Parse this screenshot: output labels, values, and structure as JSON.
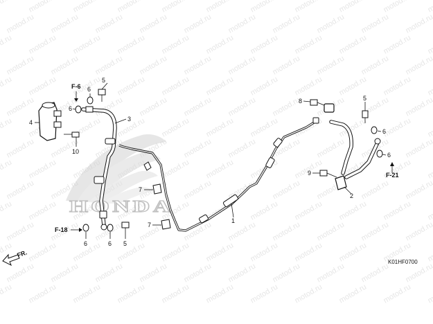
{
  "watermark_text": "motod.ru",
  "logo_text": "HONDA",
  "diagram_code": "K01HF0700",
  "direction_label": "FR.",
  "parts": [
    {
      "id": "p1",
      "number": "1"
    },
    {
      "id": "p2",
      "number": "2"
    },
    {
      "id": "p3",
      "number": "3"
    },
    {
      "id": "p4",
      "number": "4"
    },
    {
      "id": "p5a",
      "number": "5"
    },
    {
      "id": "p5b",
      "number": "5"
    },
    {
      "id": "p5c",
      "number": "5"
    },
    {
      "id": "p6a",
      "number": "6"
    },
    {
      "id": "p6b",
      "number": "6"
    },
    {
      "id": "p6c",
      "number": "6"
    },
    {
      "id": "p6d",
      "number": "6"
    },
    {
      "id": "p6e",
      "number": "6"
    },
    {
      "id": "p6f",
      "number": "6"
    },
    {
      "id": "p7a",
      "number": "7"
    },
    {
      "id": "p7b",
      "number": "7"
    },
    {
      "id": "p8",
      "number": "8"
    },
    {
      "id": "p9",
      "number": "9"
    },
    {
      "id": "p10",
      "number": "10"
    }
  ],
  "references": [
    {
      "id": "F-6",
      "label": "F-6"
    },
    {
      "id": "F-18",
      "label": "F-18"
    },
    {
      "id": "F-21",
      "label": "F-21"
    }
  ]
}
